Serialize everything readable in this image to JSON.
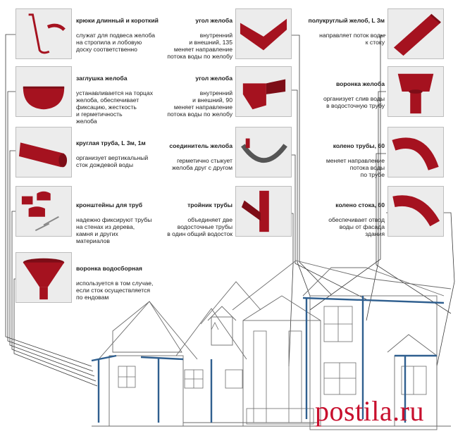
{
  "colors": {
    "product": "#a5121f",
    "pipe": "#2f5f8f",
    "line": "#3a3a3a",
    "brand": "#c8102e"
  },
  "left": [
    {
      "title": "крюки длинный и короткий",
      "desc": "служат для подвеса желоба\nна стропила и лобовую\nдоску соответственно",
      "icon": "gutter-hook-icon"
    },
    {
      "title": "заглушка желоба",
      "desc": "устанавливается на торцах\nжелоба, обеспечивает\nфиксацию, жесткость\nи герметичность\nжелоба",
      "icon": "gutter-end-cap-icon"
    },
    {
      "title": "круглая труба, L 3м, 1м",
      "desc": "организует вертикальный\nсток дождевой воды",
      "icon": "round-pipe-icon"
    },
    {
      "title": "кронштейны для труб",
      "desc": "надежно фиксируют трубы\nна стенах из дерева,\nкамня и других\nматериалов",
      "icon": "pipe-brackets-icon"
    },
    {
      "title": "воронка водосборная",
      "desc": "используется в том случае,\nесли сток осуществляется\nпо ендовам",
      "icon": "collector-funnel-icon"
    }
  ],
  "middle": [
    {
      "title": "угол желоба",
      "desc": "внутренний\nи внешний, 135\nменяет направление\nпотока воды по желобу",
      "icon": "gutter-corner-135-icon"
    },
    {
      "title": "угол желоба",
      "desc": "внутренний\nи внешний, 90\nменяет направление\nпотока воды по желобу",
      "icon": "gutter-corner-90-icon"
    },
    {
      "title": "соединитель желоба",
      "desc": "герметично стыкует\nжелоба друг с другом",
      "icon": "gutter-connector-icon"
    },
    {
      "title": "тройник трубы",
      "desc": "объединяет две\nводосточные трубы\nв один общий водосток",
      "icon": "pipe-tee-icon"
    }
  ],
  "right": [
    {
      "title": "полукруглый желоб, L 3м",
      "desc": "направляет поток воды\nк стоку",
      "icon": "half-round-gutter-icon"
    },
    {
      "title": "воронка желоба",
      "desc": "организует слив воды\nв водосточную трубу",
      "icon": "gutter-outlet-icon"
    },
    {
      "title": "колено трубы, 60",
      "desc": "меняет направление\nпотока воды\nпо трубе",
      "icon": "pipe-elbow-icon"
    },
    {
      "title": "колено стока, 60",
      "desc": "обеспечивает отвод\nводы от фасада\nздания",
      "icon": "outlet-elbow-icon"
    }
  ],
  "watermark": "postila.ru"
}
